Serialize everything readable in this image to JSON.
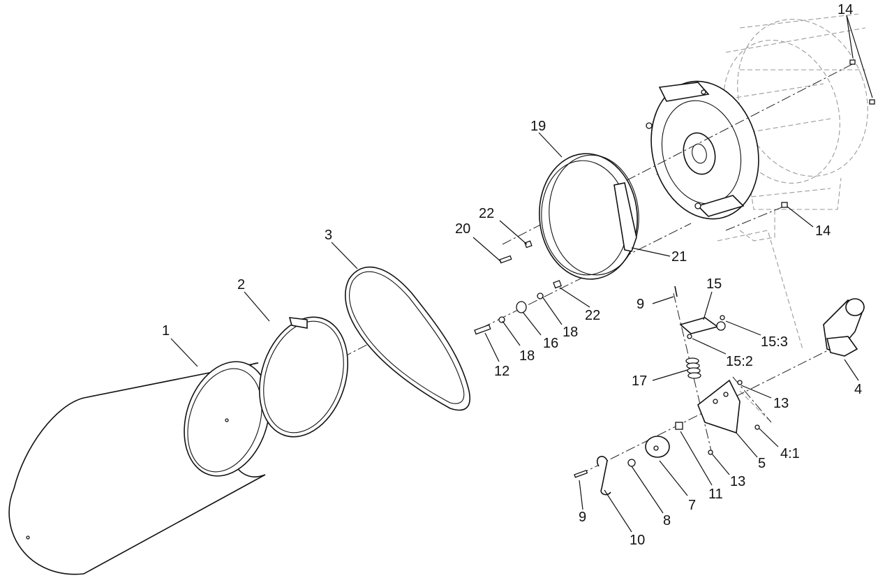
{
  "callouts": {
    "c1": "1",
    "c2": "2",
    "c3": "3",
    "c4": "4",
    "c4_1": "4:1",
    "c5": "5",
    "c7": "7",
    "c8": "8",
    "c9a": "9",
    "c9b": "9",
    "c10": "10",
    "c11": "11",
    "c12": "12",
    "c13a": "13",
    "c13b": "13",
    "c14a": "14",
    "c14b": "14",
    "c15": "15",
    "c15_2": "15:2",
    "c15_3": "15:3",
    "c16": "16",
    "c17": "17",
    "c18a": "18",
    "c18b": "18",
    "c19": "19",
    "c20": "20",
    "c21": "21",
    "c22a": "22",
    "c22b": "22"
  }
}
